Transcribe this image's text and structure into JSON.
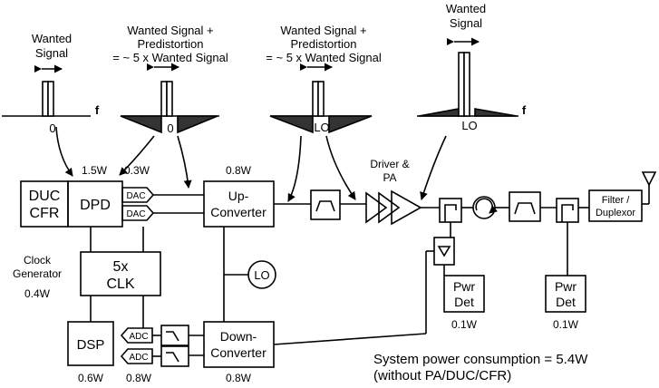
{
  "spectra": {
    "s1": {
      "title_lines": [
        "Wanted",
        "Signal"
      ],
      "axis_label": "f",
      "center_label": "0"
    },
    "s2": {
      "title_lines": [
        "Wanted Signal +",
        "Predistortion",
        "= ~ 5 x Wanted Signal"
      ],
      "center_label": "0"
    },
    "s3": {
      "title_lines": [
        "Wanted Signal +",
        "Predistortion",
        "= ~ 5 x Wanted Signal"
      ],
      "center_label": "LO"
    },
    "s4": {
      "title_lines": [
        "Wanted",
        "Signal"
      ],
      "axis_label": "f",
      "center_label": "LO"
    }
  },
  "blocks": {
    "duc_cfr": [
      "DUC",
      "CFR"
    ],
    "dpd": "DPD",
    "dac1": "DAC",
    "dac2": "DAC",
    "upconverter": [
      "Up-",
      "Converter"
    ],
    "driver_pa": [
      "Driver &",
      "PA"
    ],
    "filter_duplexor": [
      "Filter /",
      "Duplexor"
    ],
    "clk": [
      "5x",
      "CLK"
    ],
    "clock_generator": [
      "Clock",
      "Generator"
    ],
    "lo": "LO",
    "pwr_det1": [
      "Pwr",
      "Det"
    ],
    "pwr_det2": [
      "Pwr",
      "Det"
    ],
    "dsp": "DSP",
    "adc1": "ADC",
    "adc2": "ADC",
    "downconverter": [
      "Down-",
      "Converter"
    ]
  },
  "power": {
    "duc": "1.5W",
    "dac": "0.3W",
    "upconverter": "0.8W",
    "clk": "0.4W",
    "pwr_det1": "0.1W",
    "pwr_det2": "0.1W",
    "dsp": "0.6W",
    "adc": "0.8W",
    "downconverter": "0.8W"
  },
  "summary": {
    "line1": "System power consumption = 5.4W",
    "line2": "(without PA/DUC/CFR)"
  },
  "colors": {
    "stroke": "#000000",
    "fill_dark": "#333333",
    "background": "#ffffff"
  }
}
